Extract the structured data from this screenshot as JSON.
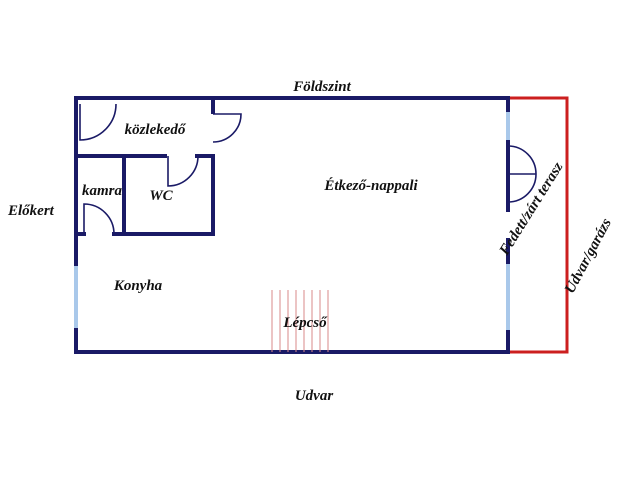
{
  "plan": {
    "title": "Földszint",
    "rooms": {
      "corridor": "közlekedő",
      "pantry": "kamra",
      "wc": "WC",
      "living_dining": "Étkező-nappali",
      "kitchen": "Konyha",
      "stairs": "Lépcső",
      "terrace": "Fedett/zárt terasz",
      "yard_garage": "Udvar/garázs"
    },
    "surroundings": {
      "front_garden": "Előkert",
      "yard": "Udvar"
    },
    "colors": {
      "wall": "#1a1a66",
      "window": "#a9c8ea",
      "extension": "#cc1f1f",
      "stairs": "#d88a8a"
    }
  }
}
